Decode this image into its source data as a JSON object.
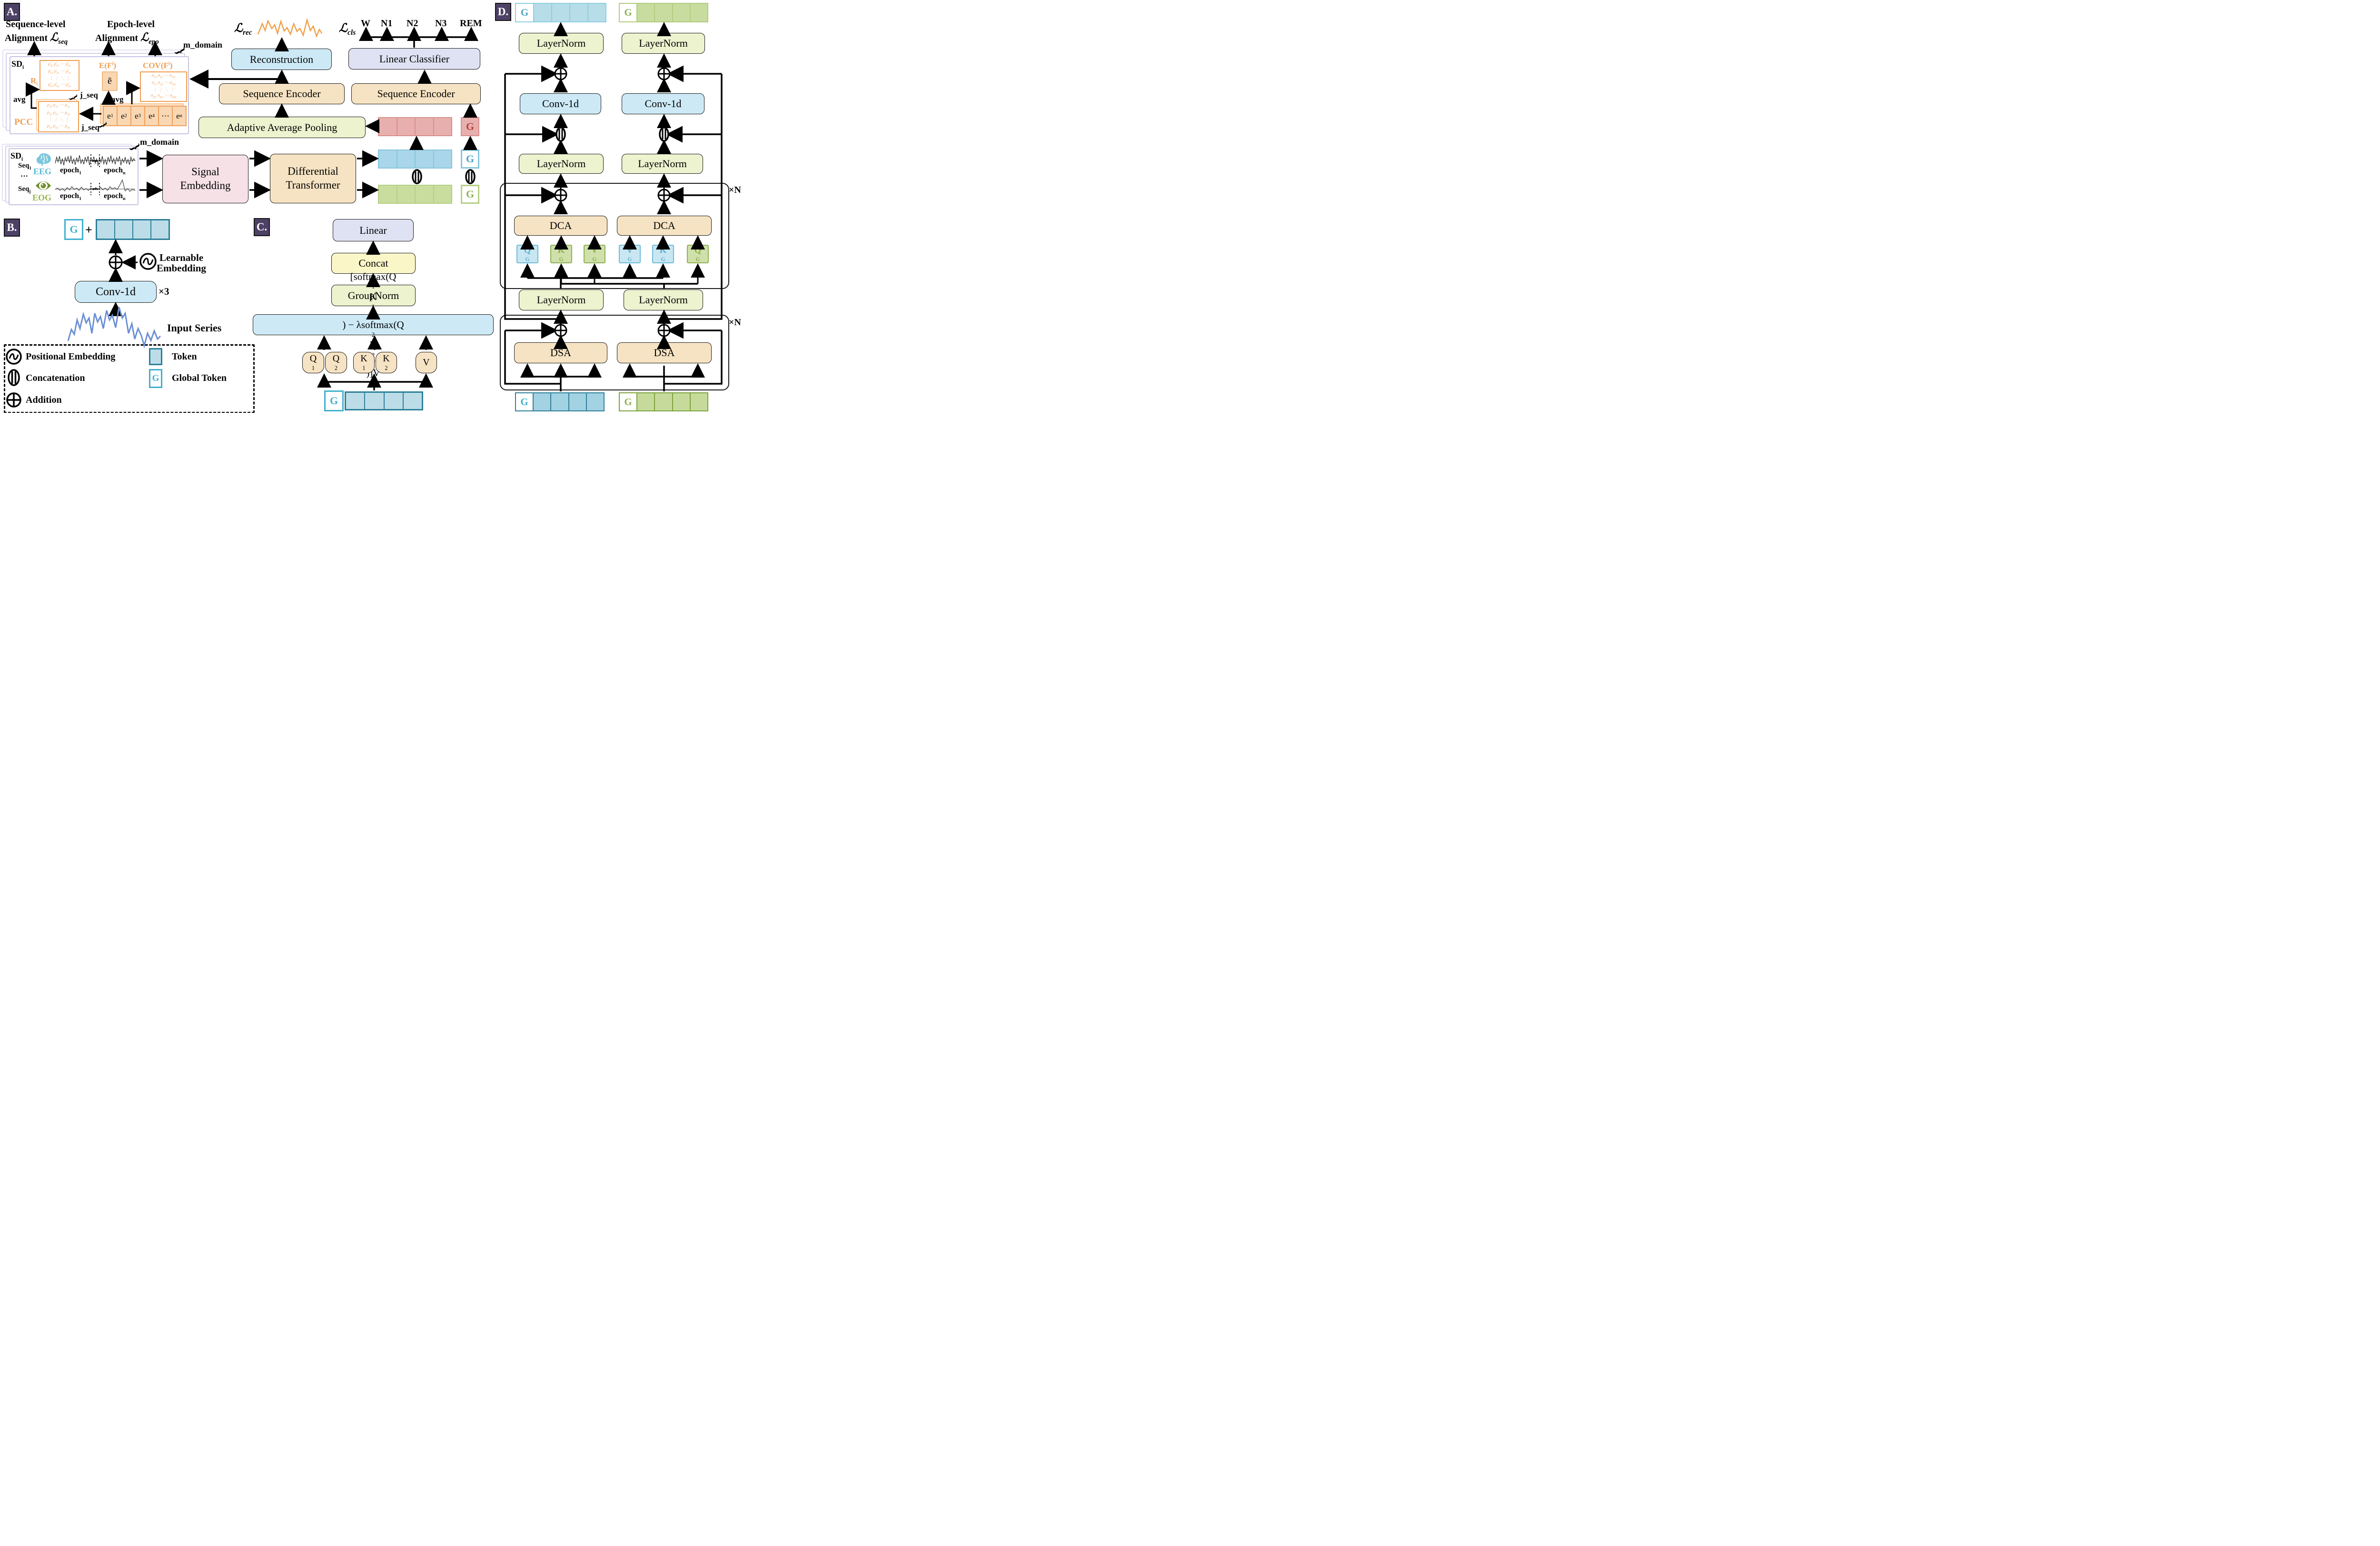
{
  "badges": {
    "a": "A.",
    "b": "B.",
    "c": "C.",
    "d": "D."
  },
  "colors": {
    "badge_bg": "#4d4166",
    "orange": "#f09d4e",
    "teal": "#3fb0cf",
    "teal_dark": "#2e8099",
    "blue_row_fill": "#a9d6e8",
    "blue_row_border": "#86c6dd",
    "blue_letter": "#4aa5c4",
    "green_row_fill": "#c9dd9f",
    "green_row_border": "#a9c97c",
    "green_letter": "#8fb254",
    "red_row_fill": "#e7b0ae",
    "red_row_border": "#d98f8c",
    "red_letter": "#b8423c",
    "eeg_color": "#5bb8d4",
    "eog_color": "#94b84a",
    "input_series_color": "#6b8fd4",
    "box_tan": "#f6e3c3",
    "box_blue": "#cde9f6",
    "box_green": "#edf2cf",
    "box_yellow": "#fbf6c8",
    "box_lavender": "#dfe2f3",
    "box_pink": "#f6e1e7"
  },
  "panel_a": {
    "seq_align_1": "Sequence-level",
    "seq_align_2": "Alignment",
    "loss_seq": "ℒ_{seq}",
    "epoch_align_1": "Epoch-level",
    "epoch_align_2": "Alignment",
    "loss_epo": "ℒ_{epo}",
    "m_domain": "m_domain",
    "sd_label": "SD_{i}",
    "r_label": "R_{i}",
    "pcc_label": "PCC",
    "r_matrix": [
      "ρ̄_{11} ρ̄_{12} ⋯ ρ̄_{1n}",
      "ρ̄_{21} ρ̄_{22} ⋯ ρ̄_{2n}",
      "⋮    ⋮    ⋱    ⋮",
      "ρ̄_{n1} ρ̄_{n2} ⋯ ρ̄_{nn}"
    ],
    "pcc_matrix": [
      "ρ_{11} ρ_{12} ⋯ ρ_{1n}",
      "ρ_{21} ρ_{22} ⋯ ρ_{2n}",
      "⋮    ⋮    ⋱    ⋮",
      "ρ_{n1} ρ_{n2} ⋯ ρ_{nn}"
    ],
    "e_mean_label": "E(F^{i})",
    "e_mean_value": "ē",
    "cov_label": "COV(F^{i})",
    "cov_matrix": [
      "σ_{11} σ_{12} ⋯ σ_{1D}",
      "σ_{21} σ_{22} ⋯ σ_{2D}",
      "⋮    ⋮    ⋱    ⋮",
      "σ_{D1} σ_{D2} ⋯ σ_{DD}"
    ],
    "avg": "avg",
    "j_seq": "j_seq",
    "epoch_tokens": [
      "e_{1}",
      "e_{2}",
      "e_{3}",
      "e_{4}",
      "⋯",
      "e_{n}"
    ],
    "seq1": "Seq_{1}",
    "seqj": "Seq_{j}",
    "eeg": "EEG",
    "eog": "EOG",
    "dots": "···",
    "epoch1": "epoch_{1}",
    "epochn": "epoch_{n}",
    "signal_embedding_1": "Signal",
    "signal_embedding_2": "Embedding",
    "diff_transformer_1": "Differential",
    "diff_transformer_2": "Transformer",
    "adaptive_pooling": "Adaptive Average Pooling",
    "sequence_encoder": "Sequence Encoder",
    "reconstruction": "Reconstruction",
    "linear_classifier": "Linear Classifier",
    "loss_rec": "ℒ_{rec}",
    "loss_cls": "ℒ_{cls}",
    "classes": [
      "W",
      "N1",
      "N2",
      "N3",
      "REM"
    ],
    "g": "G"
  },
  "panel_b": {
    "g": "G",
    "plus": "+",
    "conv": "Conv-1d",
    "times3": "×3",
    "learnable_1": "Learnable",
    "learnable_2": "Embedding",
    "input_series": "Input Series"
  },
  "legend": {
    "positional": "Positional Embedding",
    "concatenation": "Concatenation",
    "addition": "Addition",
    "token": "Token",
    "global_token": "Global Token",
    "g": "G"
  },
  "panel_c": {
    "linear": "Linear",
    "concat": "Concat",
    "groupnorm": "GroupNorm",
    "formula": "[softmax(Q_{1}K_{1}^{T}) − λsoftmax(Q_{2}K_{2}^{T})]V",
    "q1": "Q_{1}",
    "q2": "Q_{2}",
    "k1": "K_{1}",
    "k2": "K_{2}",
    "v": "V",
    "g": "G"
  },
  "panel_d": {
    "layernorm": "LayerNorm",
    "conv": "Conv-1d",
    "dca": "DCA",
    "dsa": "DSA",
    "xn": "×N",
    "qg": "Q_{G}",
    "kg": "K_{G}",
    "vg": "V_{G}",
    "g": "G"
  }
}
